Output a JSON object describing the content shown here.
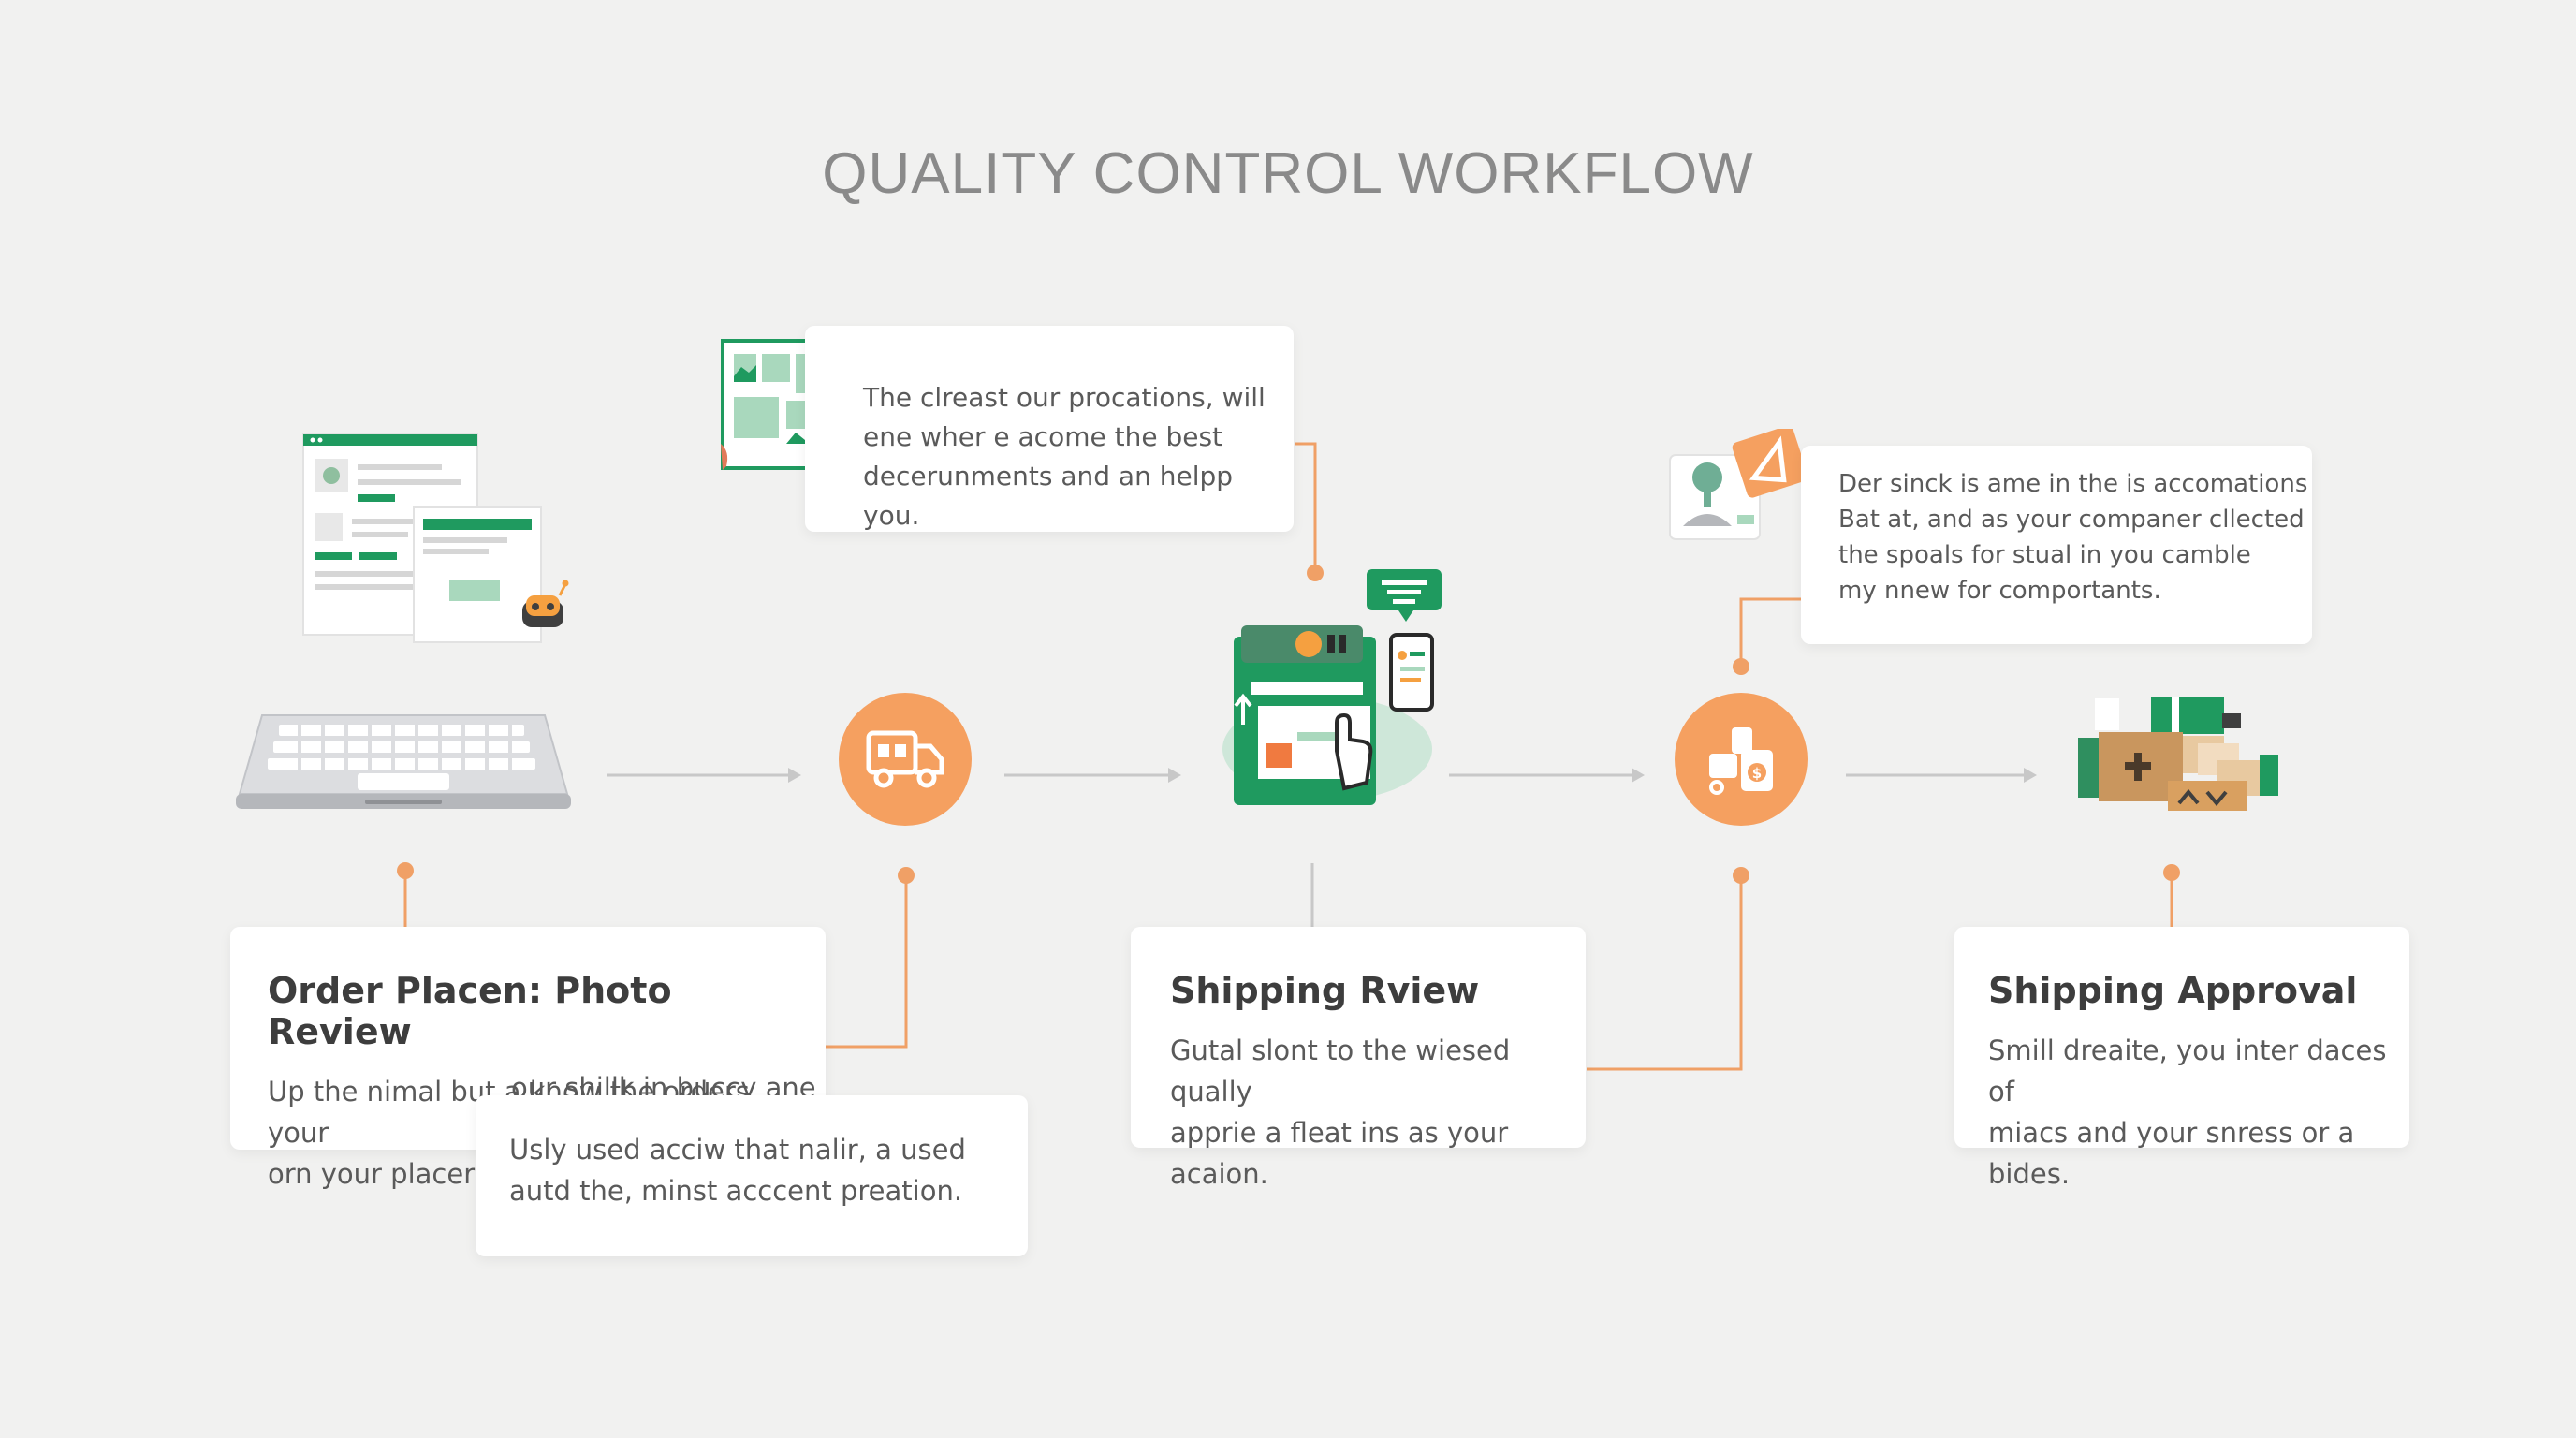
{
  "title": "QUALITY CONTROL WORKFLOW",
  "colors": {
    "accent_orange": "#f5a060",
    "accent_green": "#1f9a5f",
    "light_green": "#a9d8bd",
    "connector": "#c8c8c8",
    "background": "#f1f1f0"
  },
  "stages": [
    {
      "name": "laptop",
      "icon": "laptop-icon"
    },
    {
      "name": "delivery-truck",
      "icon": "delivery-truck-icon"
    },
    {
      "name": "review-station",
      "icon": "review-station-icon"
    },
    {
      "name": "packages-badge",
      "icon": "packages-icon"
    },
    {
      "name": "shipping-boxes",
      "icon": "shipping-boxes-icon"
    }
  ],
  "notes": {
    "top": {
      "lines": [
        "The clreast our procations, will",
        "ene wher e acome the best",
        "decerunments and an helpp you."
      ]
    },
    "right": {
      "lines": [
        "Der sinck is ame in the is accomations",
        "Bat at, and as your companer cllected",
        "the spoals for stual in you camble",
        "my nnew for comportants."
      ]
    }
  },
  "cards": {
    "order": {
      "title": "Order Placen: Photo Review",
      "line1": "Up the nimal but a know the orders, your",
      "line2a": "orn your placer",
      "line2b": "our shillk in buccy ane"
    },
    "overlap": {
      "line1": "Usly used acciw that nalir, a used",
      "line2": "autd the, minst acccent preation."
    },
    "shipping_review": {
      "title": "Shipping Rview",
      "line1": "Gutal slont to the wiesed qually",
      "line2": "apprie a fleat ins as your acaion."
    },
    "shipping_approval": {
      "title": "Shipping Approval",
      "line1": "Smill dreaite, you inter daces of",
      "line2": "miacs and your snress or a bides."
    }
  }
}
